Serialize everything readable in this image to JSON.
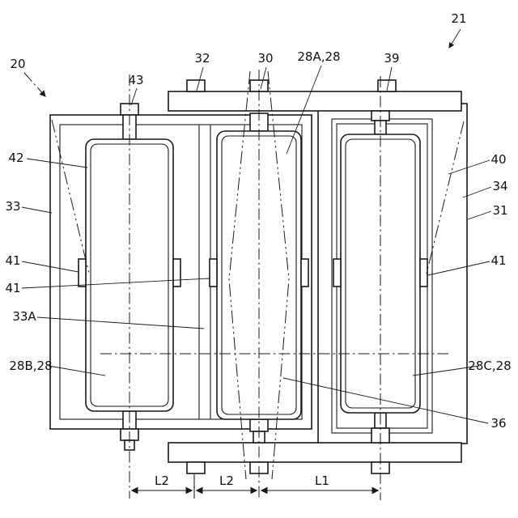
{
  "figure": {
    "background_color": "#ffffff",
    "line_color": "#1a1a1a"
  },
  "reference_labels": {
    "r20": "20",
    "r21": "21",
    "r43": "43",
    "r32": "32",
    "r30": "30",
    "r28a": "28A,28",
    "r39": "39",
    "r42": "42",
    "r33": "33",
    "r40": "40",
    "r34": "34",
    "r31": "31",
    "r41_left_upper": "41",
    "r41_left_lower": "41",
    "r41_right": "41",
    "r33a": "33A",
    "r28b": "28B,28",
    "r28c": "28C,28",
    "r36": "36"
  },
  "dimensions": {
    "left_span": "L2",
    "middle_span": "L2",
    "right_span": "L1"
  }
}
